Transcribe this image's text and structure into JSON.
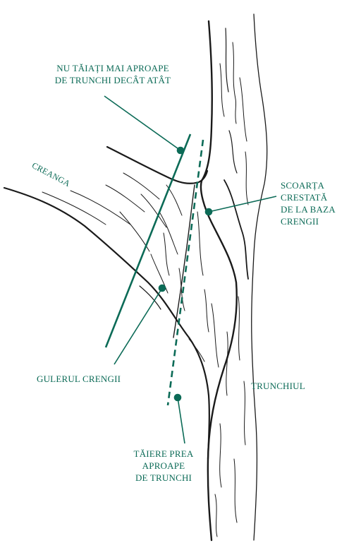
{
  "caption": "e ... , ... ... ...",
  "colors": {
    "accent": "#0c6b57",
    "ink": "#1a1a1a"
  },
  "labels": {
    "cut_limit": "NU TĂIAȚI MAI APROAPE\nDE TRUNCHI DECÂT ATÂT",
    "branch": "CREANGA",
    "bark_ridge": "SCOARȚA\nCRESTATĂ\nDE LA BAZA\nCRENGII",
    "collar": "GULERUL CRENGII",
    "trunk": "TRUNCHIUL",
    "too_close": "TĂIERE PREA\nAPROAPE\nDE TRUNCHI"
  }
}
